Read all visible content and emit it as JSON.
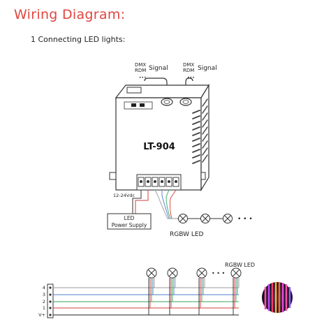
{
  "header": {
    "title": "Wiring Diagram:",
    "subtitle": "1 Connecting LED lights:"
  },
  "device": {
    "model": "LT-904",
    "voltage": "12-24Vdc"
  },
  "ports": {
    "dmx": "DMX",
    "rdm": "RDM",
    "signal": "Signal",
    "dots": "•••"
  },
  "power_supply": {
    "line1": "LED",
    "line2": "Power Supply"
  },
  "led_chain": {
    "label": "RGBW LED",
    "dots": "• • •"
  },
  "bottom": {
    "label": "RGBW LED",
    "pins": [
      "4",
      "3",
      "2",
      "1",
      "V+"
    ],
    "dots": "• • •"
  },
  "colors": {
    "title": "#e0463f",
    "line": "#333333",
    "wire_white": "#999999",
    "wire_blue": "#4a7fc8",
    "wire_green": "#3aa55a",
    "wire_red": "#d63c3c",
    "wire_black": "#222222"
  }
}
